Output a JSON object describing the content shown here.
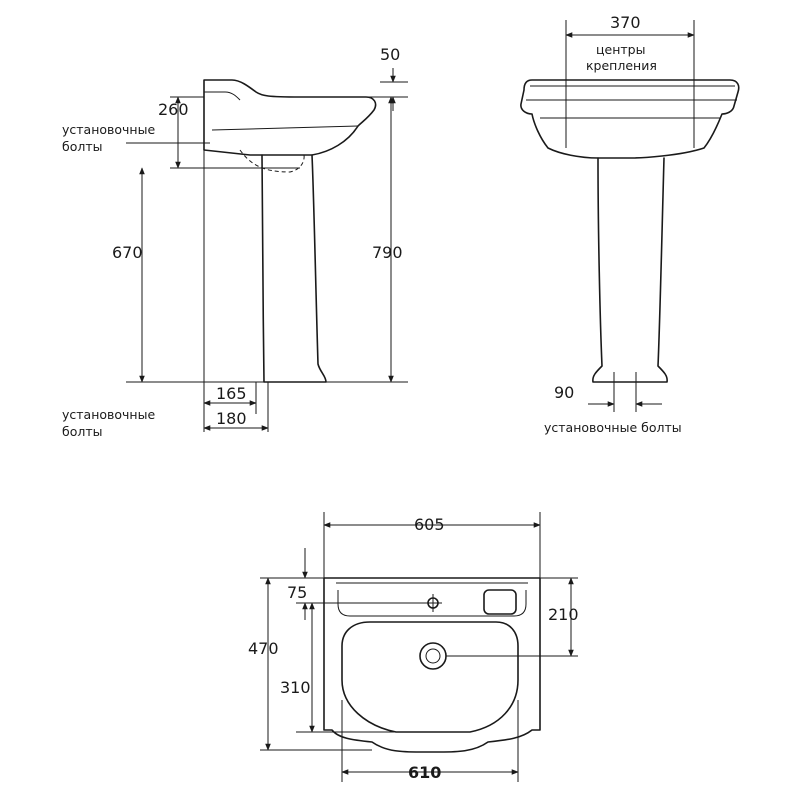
{
  "side_view": {
    "dim_top": "50",
    "dim_bolts_height": "260",
    "dim_pedestal_height": "670",
    "dim_total_height": "790",
    "dim_base_165": "165",
    "dim_base_180": "180",
    "label_bolts_upper_1": "установочные",
    "label_bolts_upper_2": "болты",
    "label_bolts_lower_1": "установочные",
    "label_bolts_lower_2": "болты"
  },
  "front_view": {
    "dim_mount_centers": "370",
    "label_centers_1": "центры",
    "label_centers_2": "крепления",
    "dim_bolts_spacing": "90",
    "label_bolts": "установочные болты"
  },
  "top_view": {
    "dim_width_top": "605",
    "dim_width_bottom": "610",
    "dim_depth": "470",
    "dim_tap_offset": "75",
    "dim_drain_offset": "310",
    "dim_bowl_depth": "210"
  }
}
